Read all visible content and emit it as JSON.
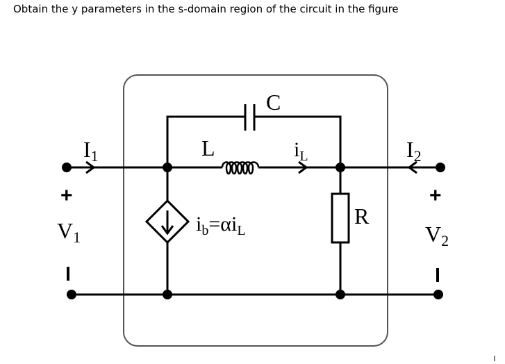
{
  "question": "Obtain the y parameters in the s-domain region of the circuit in the figure",
  "labels": {
    "capacitor": "C",
    "inductor": "L",
    "current_in": {
      "main": "I",
      "sub": "1"
    },
    "current_out": {
      "main": "I",
      "sub": "2"
    },
    "inductor_current": {
      "main": "i",
      "sub": "L"
    },
    "resistor": "R",
    "source_expr": {
      "a": "i",
      "a_sub": "b",
      "eq": "=αi",
      "b_sub": "L"
    },
    "port1_voltage": {
      "main": "V",
      "sub": "1"
    },
    "port2_voltage": {
      "main": "V",
      "sub": "2"
    },
    "plus": "+",
    "minus": "−"
  }
}
